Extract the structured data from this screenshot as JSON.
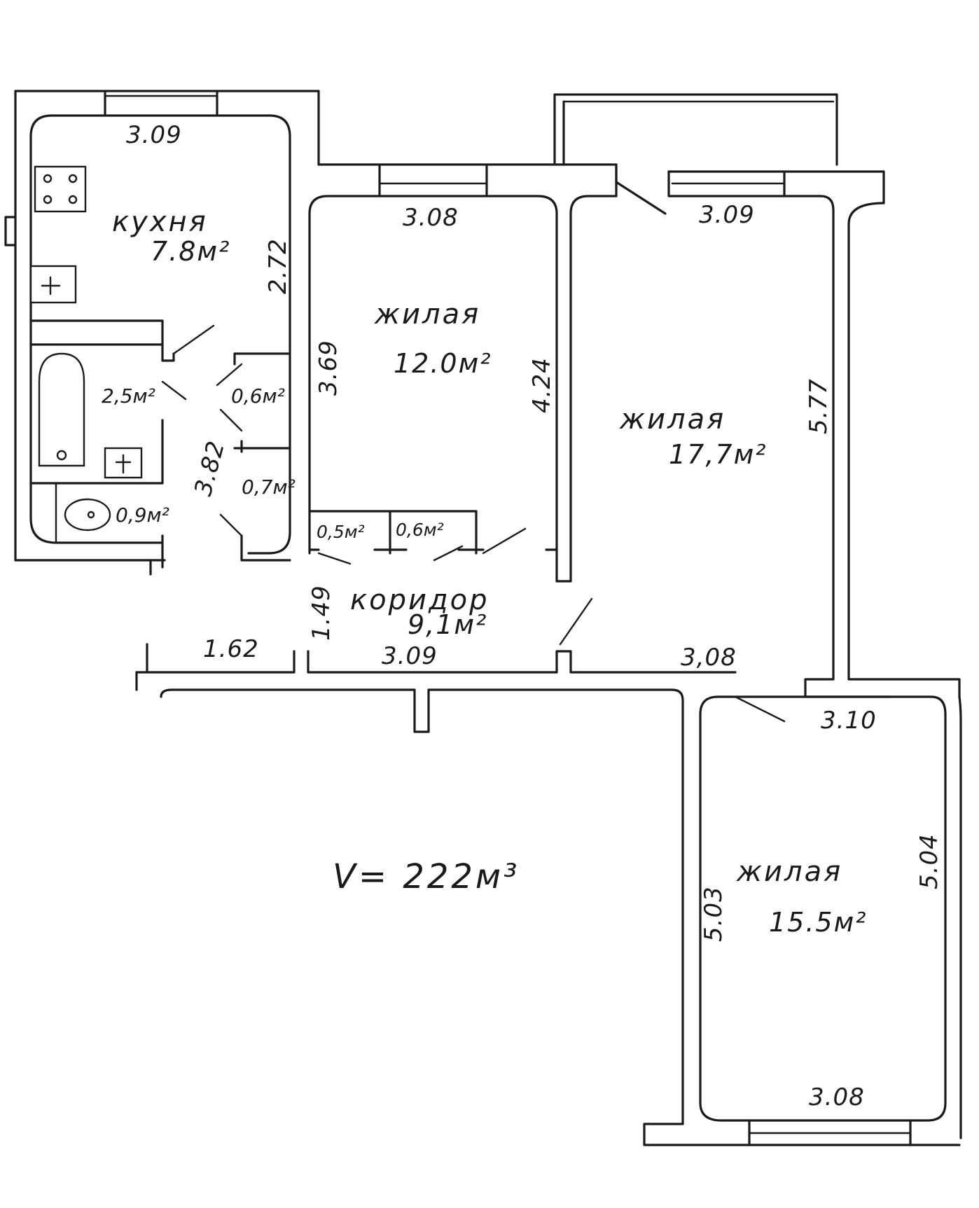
{
  "rooms": {
    "kitchen": {
      "name": "кухня",
      "area": "7.8м²"
    },
    "living1": {
      "name": "жилая",
      "area": "12.0м²"
    },
    "living2": {
      "name": "жилая",
      "area": "17,7м²"
    },
    "living3": {
      "name": "жилая",
      "area": "15.5м²"
    },
    "corridor": {
      "name": "коридор",
      "area": "9,1м²"
    },
    "bath": {
      "area": "2,5м²"
    },
    "wc": {
      "area": "0,9м²"
    },
    "closet1": {
      "area": "0,6м²"
    },
    "closet2": {
      "area": "0,7м²"
    },
    "closet3": {
      "area": "0,5м²"
    },
    "closet4": {
      "area": "0,6м²"
    }
  },
  "dimensions": {
    "kitchen_width": "3.09",
    "kitchen_depth": "2.72",
    "bath_corridor_length": "3.82",
    "living1_width": "3.08",
    "living1_left": "3.69",
    "living1_right": "4.24",
    "living2_width": "3.09",
    "living2_depth": "5.77",
    "corridor_depth": "1.49",
    "corridor_left": "1.62",
    "corridor_width": "3.09",
    "corridor_right": "3,08",
    "living3_top": "3.10",
    "living3_left": "5.03",
    "living3_right": "5.04",
    "living3_bottom": "3.08"
  },
  "volume": "V= 222м³"
}
